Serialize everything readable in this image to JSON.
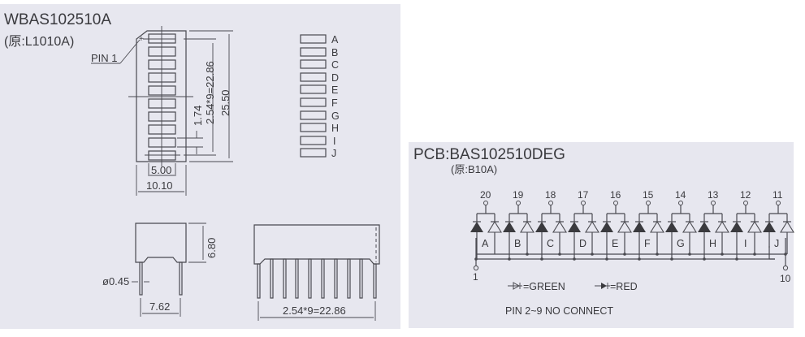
{
  "left": {
    "part_number": "WBAS102510A",
    "original_part": "(原:L1010A)",
    "pin1_label": "PIN 1",
    "front_view": {
      "dim_pitch": "2.54*9=22.86",
      "dim_height": "25.50",
      "dim_segment": "1.74",
      "dim_segment_width": "5.00",
      "dim_body_width": "10.10"
    },
    "segment_labels": [
      "A",
      "B",
      "C",
      "D",
      "E",
      "F",
      "G",
      "H",
      "I",
      "J"
    ],
    "side_view": {
      "dim_body_height": "6.80",
      "dim_pin_diameter": "ø0.45",
      "dim_pin_spacing": "7.62"
    },
    "bottom_view": {
      "dim_pin_span": "2.54*9=22.86"
    }
  },
  "right": {
    "pcb_title": "PCB:BAS102510DEG",
    "original_pcb": "(原:B10A)",
    "cathode_pins": [
      "20",
      "19",
      "18",
      "17",
      "16",
      "15",
      "14",
      "13",
      "12",
      "11"
    ],
    "segment_labels": [
      "A",
      "B",
      "C",
      "D",
      "E",
      "F",
      "G",
      "H",
      "I",
      "J"
    ],
    "pin_left": "1",
    "pin_right": "10",
    "legend_green": "=GREEN",
    "legend_red": "=RED",
    "note": "PIN 2~9 NO CONNECT"
  },
  "colors": {
    "panel_bg": "#e7e7ef",
    "ink": "#3a3a3e"
  }
}
